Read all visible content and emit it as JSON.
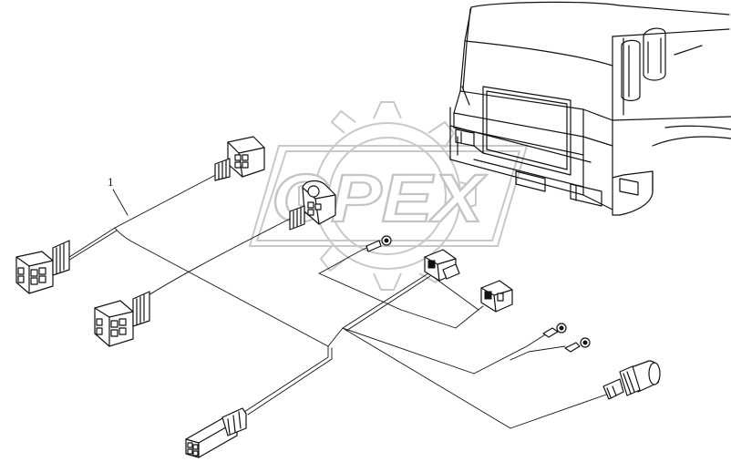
{
  "watermark": {
    "text": "OPEX"
  },
  "callouts": [
    {
      "id": "1",
      "label": "1"
    }
  ]
}
